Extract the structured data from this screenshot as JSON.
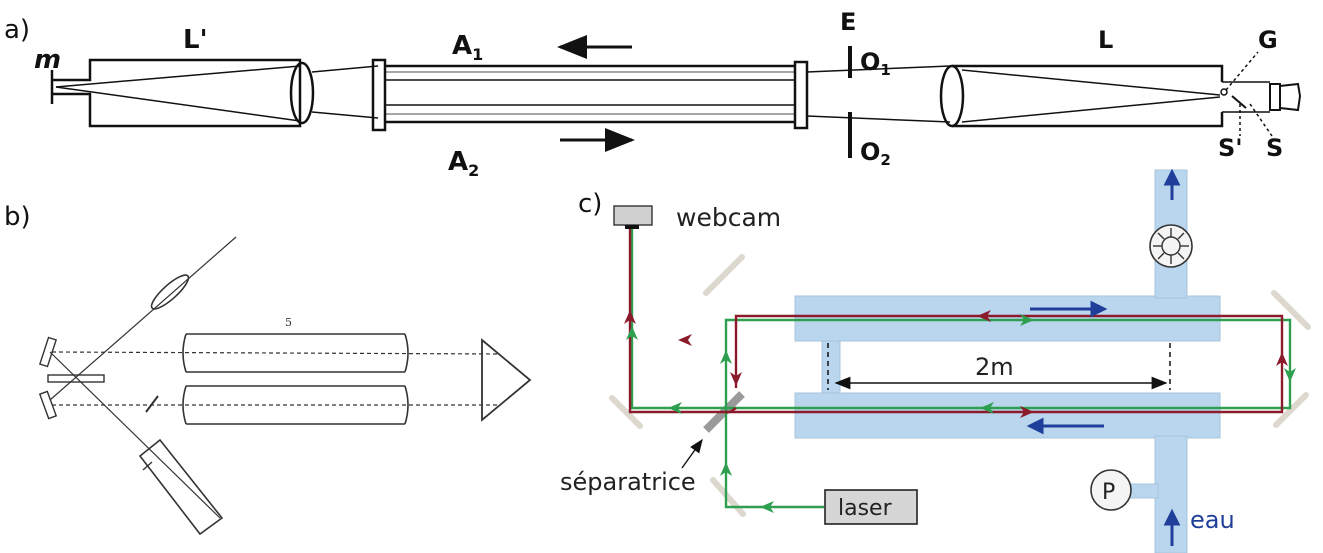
{
  "panels": {
    "a": "a)",
    "b": "b)",
    "c": "c)"
  },
  "diagram_a": {
    "m": "m",
    "L_prime": "L'",
    "A1": "A",
    "A1_sub": "1",
    "A2": "A",
    "A2_sub": "2",
    "E": "E",
    "O1": "O",
    "O1_sub": "1",
    "O2": "O",
    "O2_sub": "2",
    "L": "L",
    "G": "G",
    "S_prime": "S'",
    "S": "S"
  },
  "diagram_b": {
    "tube_label": "5"
  },
  "diagram_c": {
    "webcam": "webcam",
    "separatrice": "séparatrice",
    "laser": "laser",
    "length": "2m",
    "pump": "P",
    "water": "eau",
    "colors": {
      "red": "#8b1a2b",
      "green": "#2e9e4f",
      "blue": "#1f3f9a",
      "water": "#b9d6ee"
    }
  }
}
